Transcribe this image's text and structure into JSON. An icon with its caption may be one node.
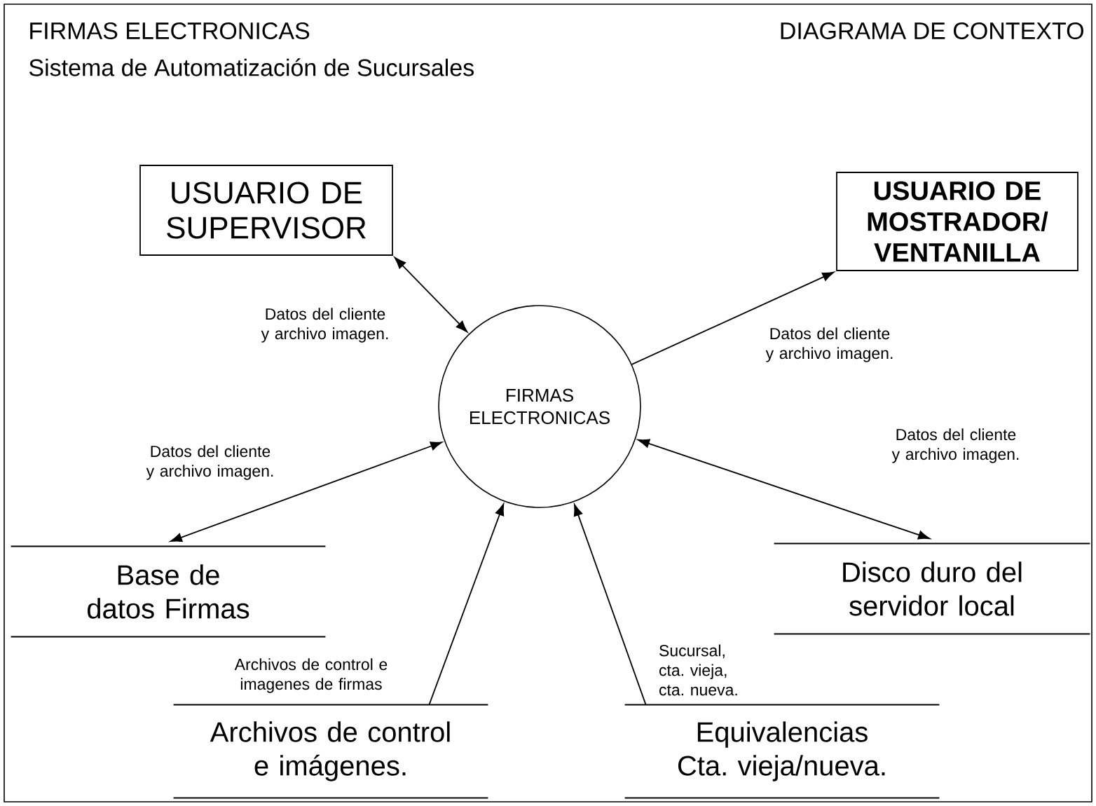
{
  "diagram": {
    "title": "FIRMAS ELECTRONICAS",
    "nodes": [
      {
        "text": [
          "USUARIO DE SUPERVISOR"
        ]
      },
      {
        "text": [
          "USUARIO DE MOSTRADOR/ VENTANILLA"
        ]
      },
      {
        "text": [
          "FIRMAS ELECTRONICAS"
        ]
      },
      {
        "text": [
          "Base de datos Firmas"
        ]
      },
      {
        "text": [
          "Disco duro del servidor local"
        ]
      },
      {
        "text": [
          "Archivos de control e imágenes."
        ]
      },
      {
        "text": [
          "Equivalencias Cta. vieja/nueva."
        ]
      }
    ],
    "edges": [
      {
        "from": 0,
        "to": 2,
        "arrow": "both",
        "label": "Datos del cliente y archivo imagen."
      },
      {
        "from": 2,
        "to": 1,
        "arrow": "to",
        "label": "Datos del cliente y archivo imagen."
      },
      {
        "from": 3,
        "to": 2,
        "arrow": "both",
        "label": "Datos del cliente y archivo imagen."
      },
      {
        "from": 4,
        "to": 2,
        "arrow": "both",
        "label": "Datos del cliente y archivo imagen."
      },
      {
        "from": 5,
        "to": 2,
        "arrow": "to",
        "label": "Archivos de control e imagenes de firmas"
      },
      {
        "from": 6,
        "to": 2,
        "arrow": "to",
        "label": "Sucursal, cta. vieja, cta. nueva."
      }
    ],
    "labels": [
      "DIAGRAMA DE CONTEXTO",
      "Sistema de Automatización de Sucursales"
    ]
  }
}
